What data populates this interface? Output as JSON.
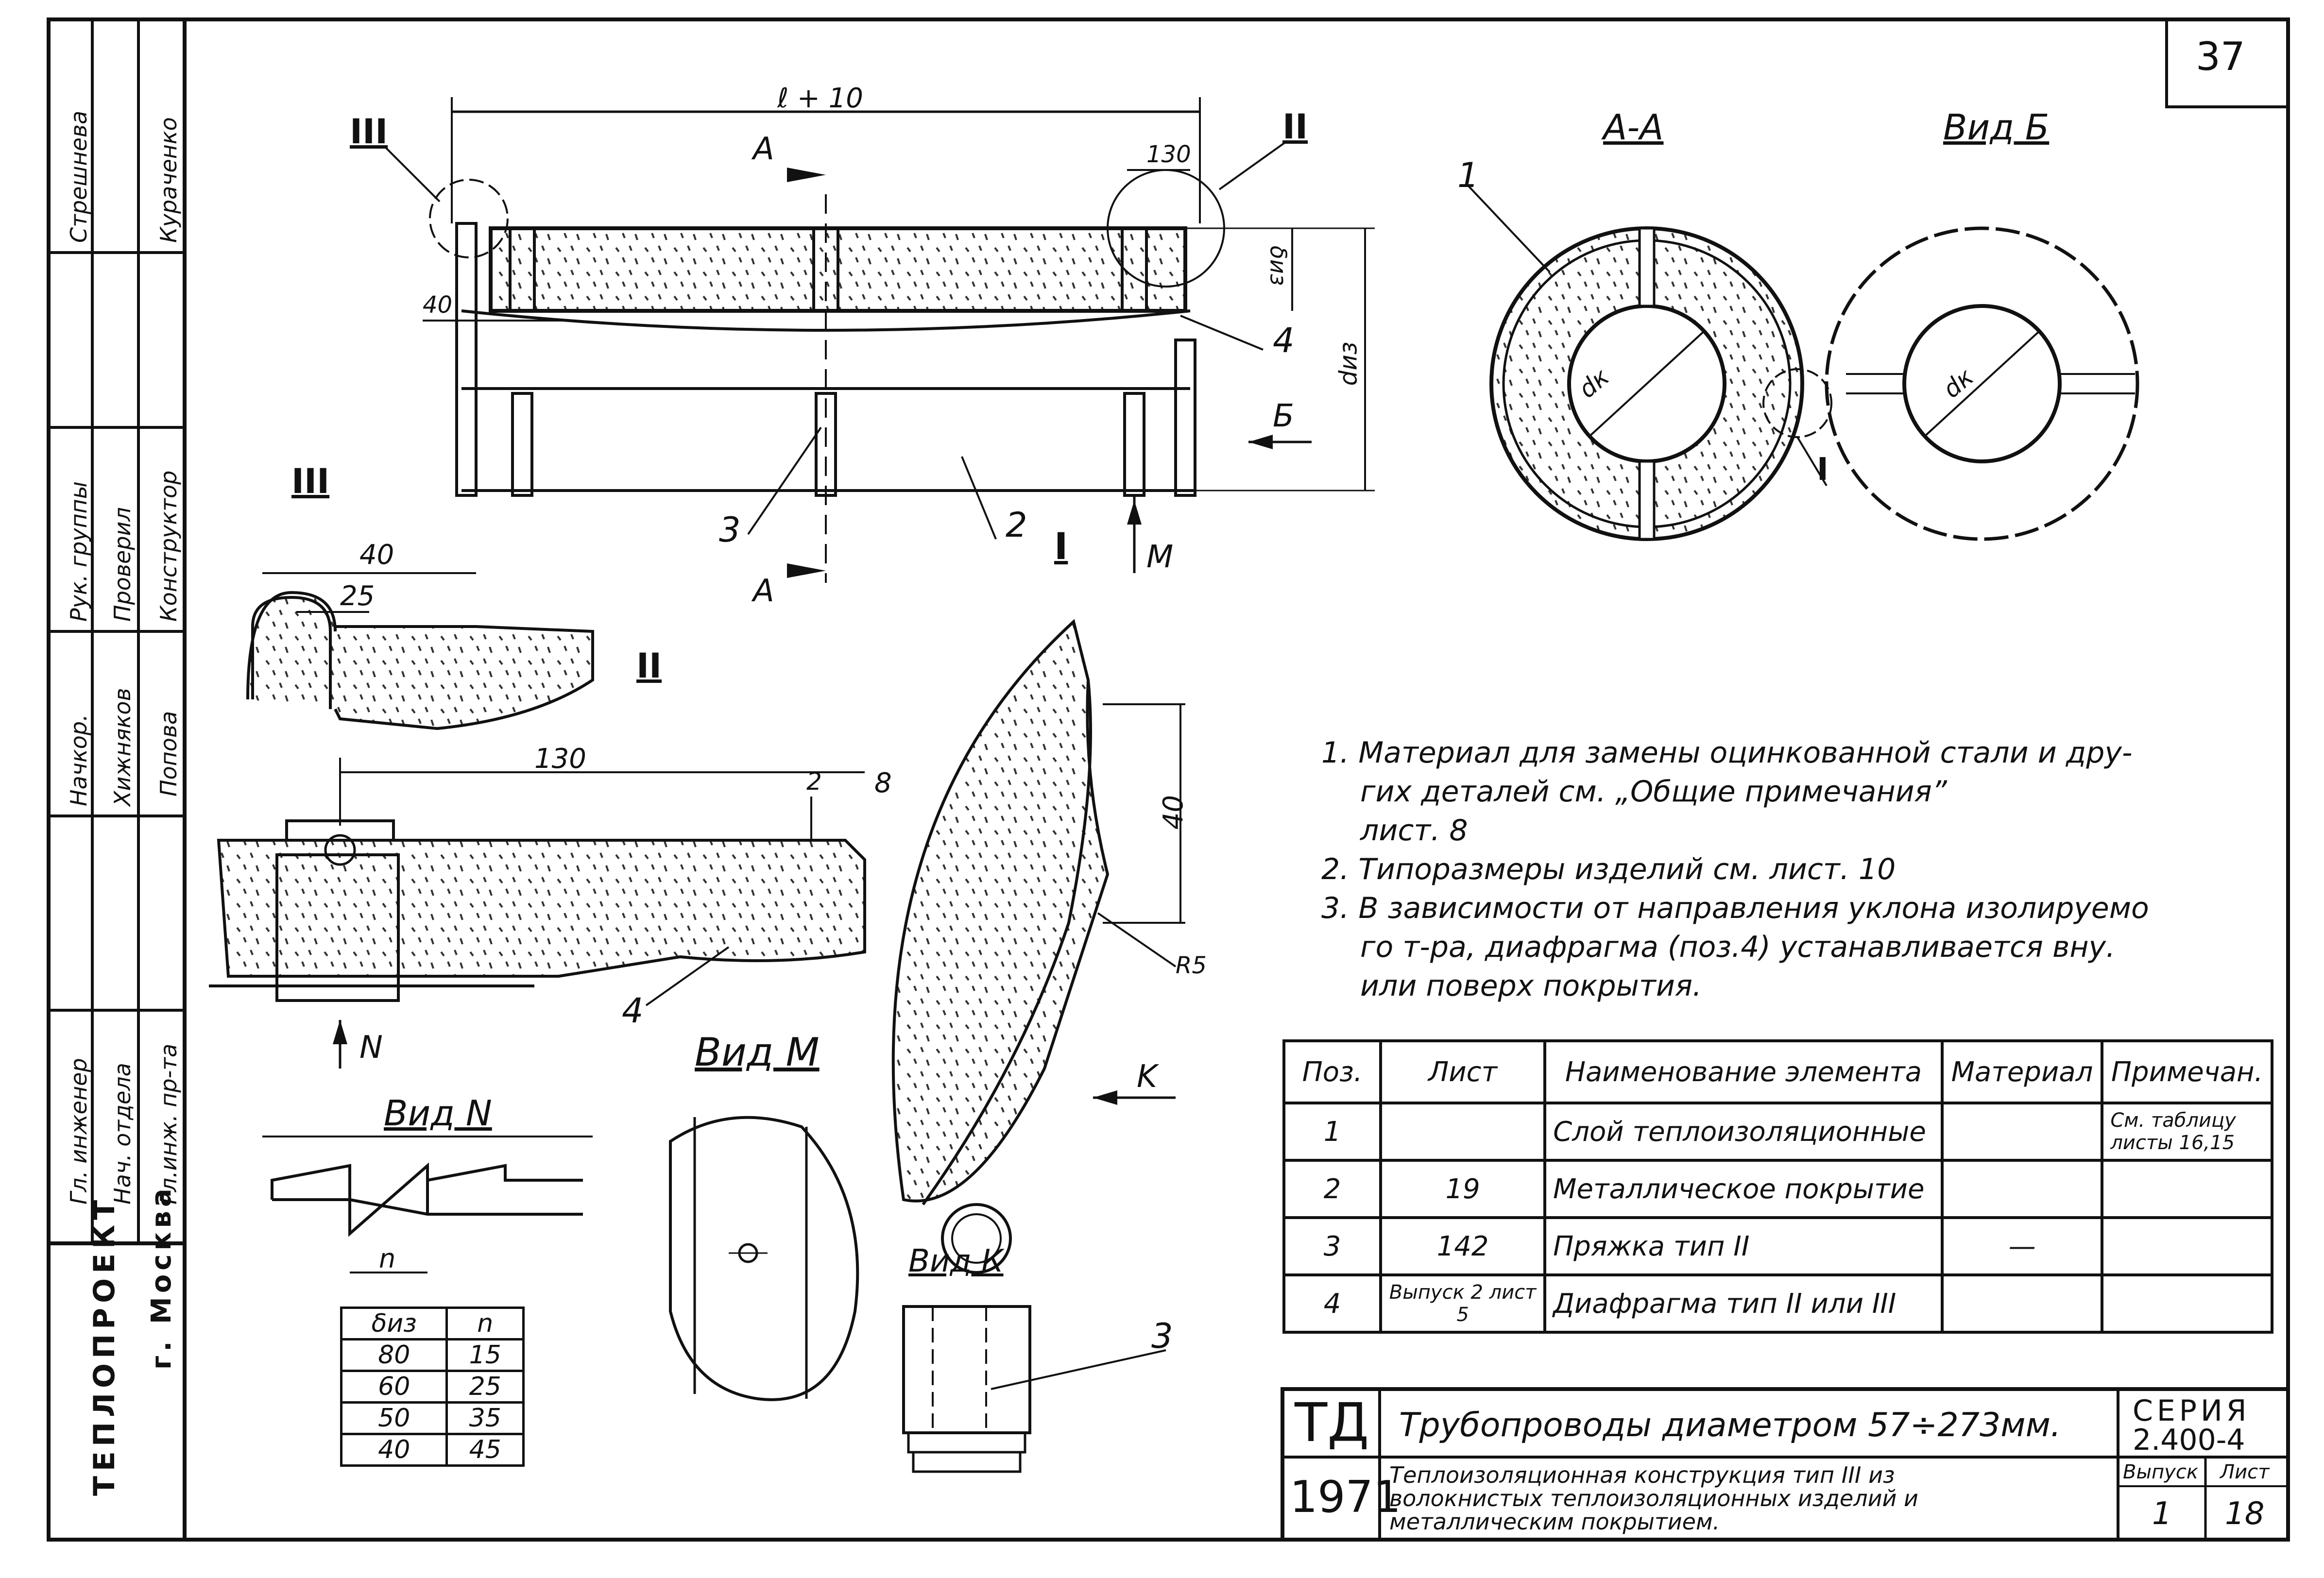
{
  "sheet_number": "37",
  "side_stamp": {
    "org": "ТЕПЛОПРОЕКТ",
    "city": "г. Москва",
    "columns": [
      {
        "role": "Гл. инженер",
        "name": ""
      },
      {
        "role": "Нач. отдела",
        "name": ""
      },
      {
        "role": "Гл. инж. пр-та",
        "name": ""
      }
    ],
    "rows": [
      {
        "col1": "Нач. отдела",
        "col2": "Гл. инженер",
        "col3": "Гл.инж. пр-та"
      },
      {
        "col1": "Начкор.",
        "col2": "Хижняков",
        "col3": "Попова"
      },
      {
        "col1": "Рук. группы",
        "col2": "Проверил",
        "col3": "Конструктор"
      },
      {
        "col1": "Стрешнева",
        "col2": "",
        "col3": "Кураченко"
      }
    ]
  },
  "views": {
    "section_aa": "А-А",
    "view_b": "Вид Б",
    "view_m": "Вид М",
    "view_n": "Вид N",
    "view_k": "Вид К",
    "roman_1": "I",
    "roman_2": "II",
    "roman_3": "III"
  },
  "labels": {
    "a": "А",
    "b": "Б",
    "m": "М",
    "n_arrow": "N",
    "k_arrow": "K",
    "n_dim": "n",
    "dk": "dк",
    "dim_l": "ℓ + 10",
    "dim_130": "130",
    "dim_40": "40",
    "dim_25": "25",
    "dim_2": "2",
    "dim_8": "8",
    "dim_R5": "R5",
    "delta_iz": "δиз",
    "d_iz": "dиз",
    "pos_1": "1",
    "pos_2": "2",
    "pos_3": "3",
    "pos_4": "4"
  },
  "notes": [
    "1. Материал  для замены оцинкованной стали и дру-",
    "гих деталей см. „Общие примечания”",
    "лист. 8",
    "2. Типоразмеры изделий  см. лист. 10",
    "3. В зависимости от направления уклона изолируемо",
    "го т-ра, диафрагма (поз.4) устанавливается вну.",
    "или поверх покрытия."
  ],
  "spec_table": {
    "headers": [
      "Поз.",
      "Лист",
      "Наименование элемента",
      "Материал",
      "Примечан."
    ],
    "rows": [
      [
        "1",
        "",
        "Слой теплоизоляционные",
        "",
        "См. таблицу листы 16,15"
      ],
      [
        "2",
        "19",
        "Металлическое покрытие",
        "",
        ""
      ],
      [
        "3",
        "142",
        "Пряжка   тип II",
        "—",
        ""
      ],
      [
        "4",
        "Выпуск 2 лист 5",
        "Диафрагма тип II или III",
        "",
        ""
      ]
    ]
  },
  "niz_table": {
    "headers": [
      "δиз",
      "n"
    ],
    "rows": [
      [
        "80",
        "15"
      ],
      [
        "60",
        "25"
      ],
      [
        "50",
        "35"
      ],
      [
        "40",
        "45"
      ]
    ]
  },
  "title_block": {
    "td": "ТД",
    "year": "1971",
    "title": "Трубопроводы диаметром 57÷273мм.",
    "subtitle_1": "Теплоизоляционная конструкция  тип III из",
    "subtitle_2": "волокнистых теплоизоляционных изделий и",
    "subtitle_3": "металлическим  покрытием.",
    "series_label": "СЕРИЯ",
    "series": "2.400-4",
    "issue_label": "Выпуск",
    "issue": "1",
    "sheet_label": "Лист",
    "sheet": "18"
  }
}
